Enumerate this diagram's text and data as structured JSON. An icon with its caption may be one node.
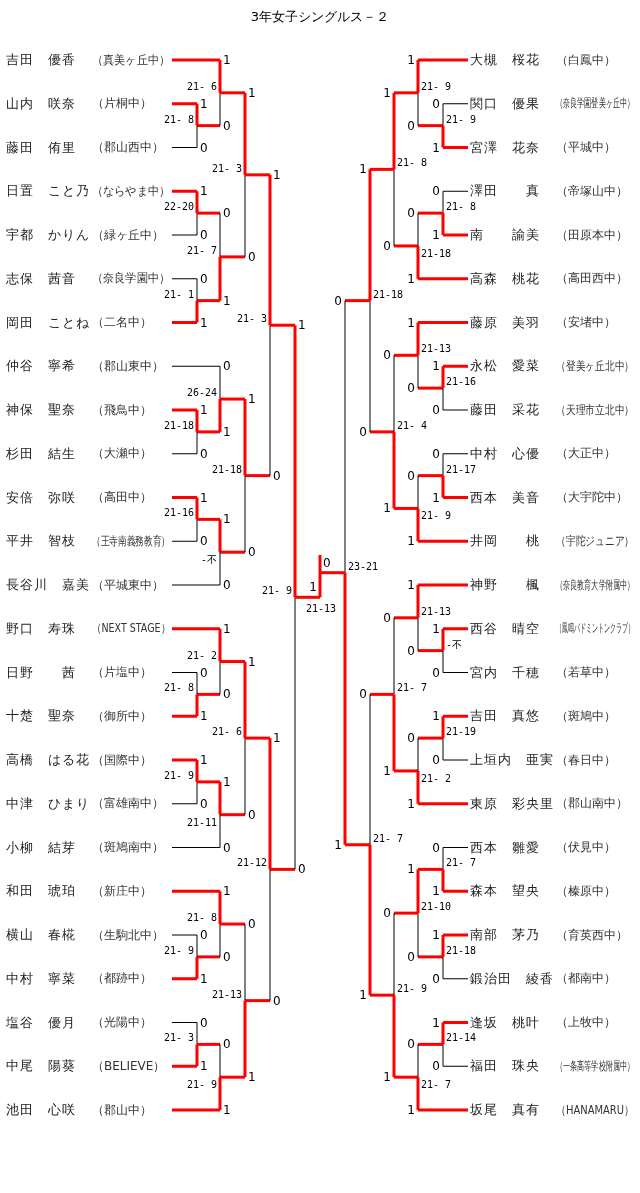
{
  "diagram": {
    "title": "3年女子シングルス－２",
    "nodes": [
      {
        "text": [
          "吉田　優香",
          "（真美ヶ丘中）"
        ]
      },
      {
        "text": [
          "山内　咲奈",
          "（片桐中）"
        ]
      },
      {
        "text": [
          "藤田　侑里",
          "（郡山西中）"
        ]
      },
      {
        "text": [
          "日置　こと乃",
          "（ならやま中）"
        ]
      },
      {
        "text": [
          "宇都　かりん",
          "（緑ヶ丘中）"
        ]
      },
      {
        "text": [
          "志保　茜音",
          "（奈良学園中）"
        ]
      },
      {
        "text": [
          "岡田　ことね",
          "（二名中）"
        ]
      },
      {
        "text": [
          "仲谷　寧希",
          "（郡山東中）"
        ]
      },
      {
        "text": [
          "神保　聖奈",
          "（飛鳥中）"
        ]
      },
      {
        "text": [
          "杉田　結生",
          "（大瀬中）"
        ]
      },
      {
        "text": [
          "安倍　弥咲",
          "（高田中）"
        ]
      },
      {
        "text": [
          "平井　智枝",
          "（王寺南義務教育）"
        ]
      },
      {
        "text": [
          "長谷川　嘉美",
          "（平城東中）"
        ]
      },
      {
        "text": [
          "野口　寿珠",
          "（NEXT STAGE）"
        ]
      },
      {
        "text": [
          "日野　　茜",
          "（片塩中）"
        ]
      },
      {
        "text": [
          "十楚　聖奈",
          "（御所中）"
        ]
      },
      {
        "text": [
          "高橋　はる花",
          "（国際中）"
        ]
      },
      {
        "text": [
          "中津　ひまり",
          "（富雄南中）"
        ]
      },
      {
        "text": [
          "小柳　結芽",
          "（斑鳩南中）"
        ]
      },
      {
        "text": [
          "和田　琥珀",
          "（新庄中）"
        ]
      },
      {
        "text": [
          "横山　春椛",
          "（生駒北中）"
        ]
      },
      {
        "text": [
          "中村　寧菜",
          "（都跡中）"
        ]
      },
      {
        "text": [
          "塩谷　優月",
          "（光陽中）"
        ]
      },
      {
        "text": [
          "中尾　陽葵",
          "（BELIEVE）"
        ]
      },
      {
        "text": [
          "池田　心咲",
          "（郡山中）"
        ]
      },
      {
        "text": [
          "大槻　桜花",
          "（白鳳中）"
        ]
      },
      {
        "text": [
          "関口　優果",
          "（奈良学園登美ヶ丘中）"
        ]
      },
      {
        "text": [
          "宮澤　花奈",
          "（平城中）"
        ]
      },
      {
        "text": [
          "澤田　　真",
          "（帝塚山中）"
        ]
      },
      {
        "text": [
          "南　　諭美",
          "（田原本中）"
        ]
      },
      {
        "text": [
          "高森　桃花",
          "（高田西中）"
        ]
      },
      {
        "text": [
          "藤原　美羽",
          "（安堵中）"
        ]
      },
      {
        "text": [
          "永松　愛菜",
          "（登美ヶ丘北中）"
        ]
      },
      {
        "text": [
          "藤田　采花",
          "（天理市立北中）"
        ]
      },
      {
        "text": [
          "中村　心優",
          "（大正中）"
        ]
      },
      {
        "text": [
          "西本　美音",
          "（大宇陀中）"
        ]
      },
      {
        "text": [
          "井岡　　桃",
          "（宇陀ジュニア）"
        ]
      },
      {
        "text": [
          "神野　　楓",
          "（奈良教育大学附属中）"
        ]
      },
      {
        "text": [
          "西谷　晴空",
          "（鳳鳴バドミントンクラブ）"
        ]
      },
      {
        "text": [
          "宮内　千穂",
          "（若草中）"
        ]
      },
      {
        "text": [
          "吉田　真悠",
          "（斑鳩中）"
        ]
      },
      {
        "text": [
          "上垣内　亜実",
          "（春日中）"
        ]
      },
      {
        "text": [
          "東原　彩央里",
          "（郡山南中）"
        ]
      },
      {
        "text": [
          "西本　雛愛",
          "（伏見中）"
        ]
      },
      {
        "text": [
          "森本　望央",
          "（榛原中）"
        ]
      },
      {
        "text": [
          "南部　茅乃",
          "（育英西中）"
        ]
      },
      {
        "text": [
          "鍛治田　綾香",
          "（都南中）"
        ]
      },
      {
        "text": [
          "逢坂　桃叶",
          "（上牧中）"
        ]
      },
      {
        "text": [
          "福田　珠央",
          "（一条高等学校附属中）"
        ]
      },
      {
        "text": [
          "坂尾　真有",
          "（HANAMARU）"
        ]
      }
    ],
    "labels": [
      "1",
      "21- 6",
      "0",
      "1",
      "21- 8",
      "0",
      "1",
      "21- 3",
      "0",
      "1",
      "22-20",
      "0",
      "0",
      "21- 7",
      "1",
      "0",
      "21- 1",
      "1",
      "1",
      "21- 3",
      "0",
      "0",
      "26-24",
      "1",
      "1",
      "21-18",
      "0",
      "1",
      "21-18",
      "0",
      "1",
      "21-16",
      "0",
      "1",
      "-不",
      "0",
      "1",
      "21- 9",
      "0",
      "1",
      "21- 2",
      "0",
      "0",
      "21- 8",
      "1",
      "1",
      "21- 6",
      "0",
      "1",
      "21- 9",
      "0",
      "1",
      "21-11",
      "0",
      "1",
      "21-12",
      "0",
      "1",
      "21- 8",
      "0",
      "0",
      "21- 9",
      "1",
      "0",
      "21-13",
      "1",
      "0",
      "21- 3",
      "1",
      "0",
      "21- 9",
      "1",
      "1",
      "21- 9",
      "0",
      "0",
      "21- 9",
      "1",
      "1",
      "21- 8",
      "0",
      "0",
      "21- 8",
      "1",
      "0",
      "21-18",
      "1",
      "1",
      "21-18",
      "0",
      "1",
      "21-13",
      "0",
      "1",
      "21-16",
      "0",
      "0",
      "21- 4",
      "1",
      "0",
      "21-17",
      "1",
      "0",
      "21- 9",
      "1",
      "0",
      "23-21",
      "1",
      "1",
      "21-13",
      "0",
      "1",
      "-不",
      "0",
      "0",
      "21- 7",
      "1",
      "1",
      "21-19",
      "0",
      "0",
      "21- 2",
      "1",
      "0",
      "21- 7",
      "1",
      "0",
      "21- 7",
      "1",
      "1",
      "21-10",
      "0",
      "1",
      "21-18",
      "0",
      "0",
      "21- 9",
      "1",
      "1",
      "21-14",
      "0",
      "0",
      "21- 7",
      "1",
      "1",
      "21-13",
      "0"
    ]
  }
}
